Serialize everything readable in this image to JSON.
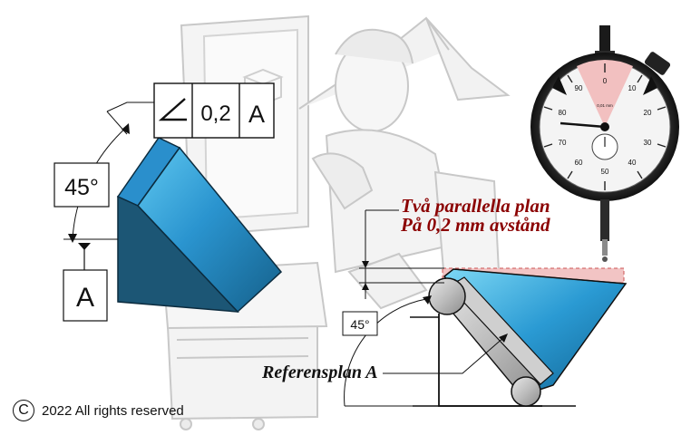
{
  "left_figure": {
    "angle_label": "45°",
    "tolerance_value": "0,2",
    "datum_ref": "A",
    "datum_label": "A"
  },
  "right_figure": {
    "annotation_line1": "Två parallella plan",
    "annotation_line2": "På 0,2 mm avstånd",
    "angle_label": "45°",
    "reference_plane_label": "Referensplan A"
  },
  "dial_indicator": {
    "scale_top": [
      "90",
      "0",
      "10"
    ],
    "scale_right": [
      "20",
      "30",
      "40"
    ],
    "scale_bottom": [
      "50",
      "60"
    ],
    "scale_left": [
      "70",
      "80"
    ],
    "small_label": "0,01 mm"
  },
  "footer": {
    "copyright_symbol": "C",
    "copyright_text": "2022 All rights reserved"
  },
  "colors": {
    "block_front": "#1c5675",
    "block_top": "#2a8cc8",
    "block_slope": "#1e6f9a",
    "annotation_red": "#8b0000",
    "tolerance_zone": "#f2c4c4"
  }
}
